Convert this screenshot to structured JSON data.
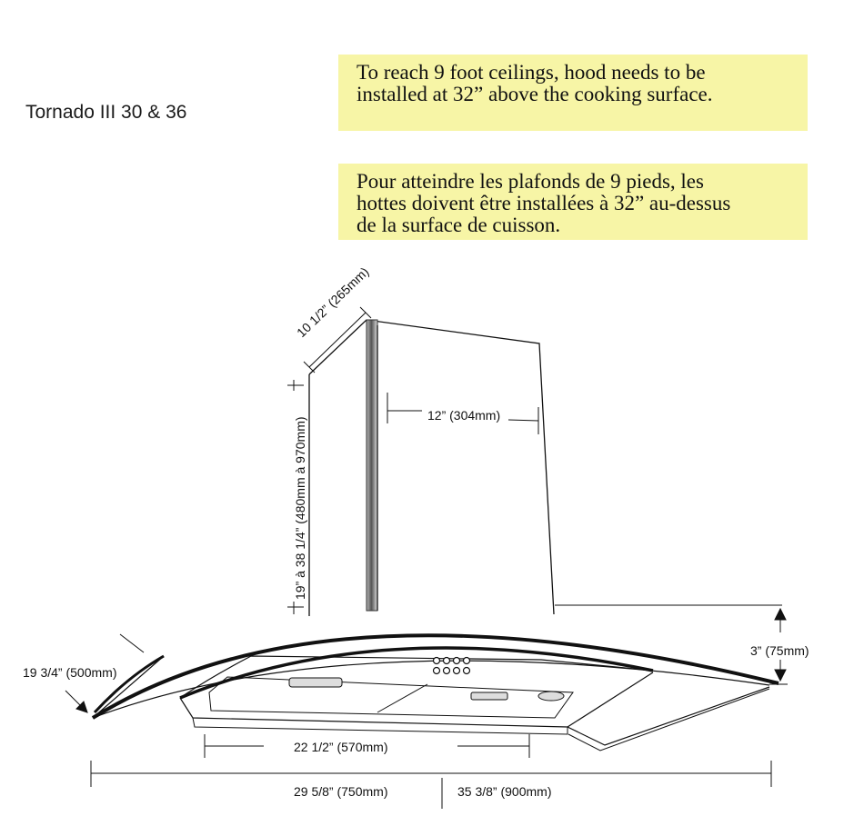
{
  "title": "Tornado III 30 & 36",
  "notes": {
    "english": [
      "To reach 9 foot ceilings, hood needs to be",
      "installed at 32” above the cooking surface."
    ],
    "french": [
      "Pour atteindre les plafonds de 9 pieds, les",
      "hottes doivent être installées à 32” au-dessus",
      "de la surface de cuisson."
    ]
  },
  "dimensions": {
    "chimney_depth": "10 1/2” (265mm)",
    "chimney_width": "12” (304mm)",
    "chimney_height": "19” à 38 1/4” (480mm à 970mm)",
    "canopy_height": "3” (75mm)",
    "canopy_depth": "19 3/4” (500mm)",
    "filter_width": "22 1/2” (570mm)",
    "overall_width_30": "29 5/8” (750mm)",
    "overall_width_36": "35 3/8” (900mm)"
  },
  "colors": {
    "note_background": "#f7f5a6",
    "line": "#111111"
  }
}
